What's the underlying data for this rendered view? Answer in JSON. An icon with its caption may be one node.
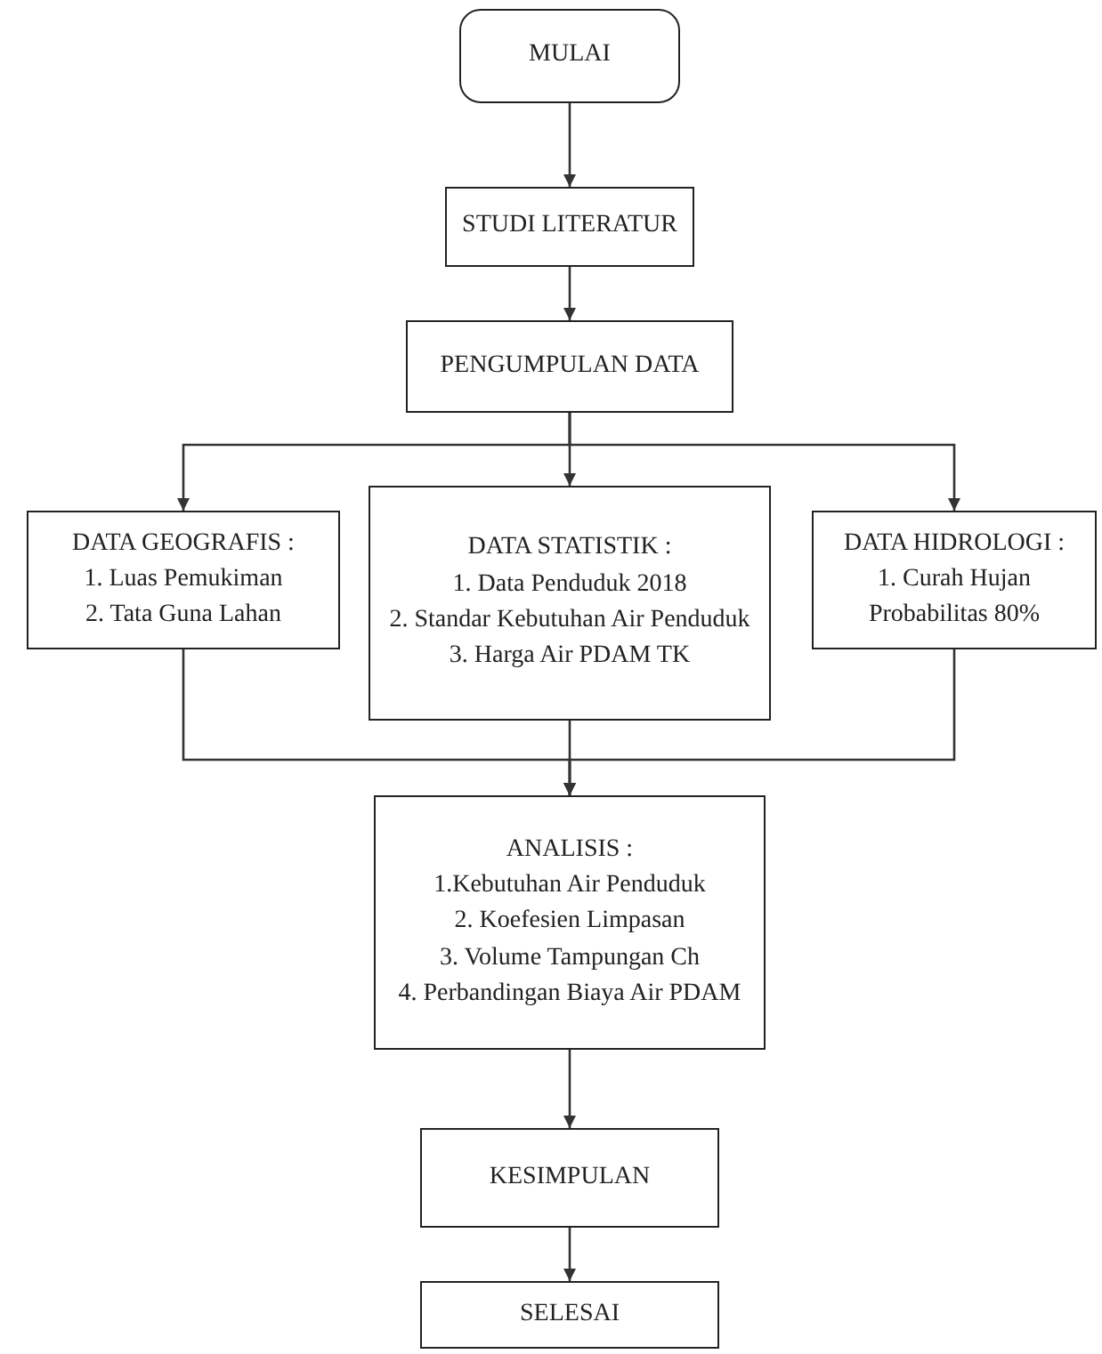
{
  "diagram": {
    "nodes": [
      {
        "text": [
          "MULAI"
        ]
      },
      {
        "text": [
          "STUDI LITERATUR"
        ]
      },
      {
        "text": [
          "PENGUMPULAN DATA"
        ]
      },
      {
        "text": [
          "DATA GEOGRAFIS :",
          "1. Luas Pemukiman",
          "2. Tata Guna Lahan"
        ]
      },
      {
        "text": [
          "DATA STATISTIK :",
          "1. Data Penduduk 2018",
          "2. Standar Kebutuhan Air Penduduk",
          "3. Harga Air PDAM TK"
        ]
      },
      {
        "text": [
          "DATA HIDROLOGI :",
          "1. Curah Hujan Probabilitas 80%"
        ]
      },
      {
        "text": [
          "ANALISIS :",
          "1.Kebutuhan Air Penduduk",
          "2. Koefesien Limpasan",
          "3. Volume Tampungan Ch",
          "4. Perbandingan Biaya Air PDAM"
        ]
      },
      {
        "text": [
          "KESIMPULAN"
        ]
      },
      {
        "text": [
          "SELESAI"
        ]
      }
    ],
    "edges": [
      {
        "from": 0,
        "to": 1,
        "arrow": "to"
      },
      {
        "from": 1,
        "to": 2,
        "arrow": "to"
      },
      {
        "from": 2,
        "to": 3,
        "arrow": "to"
      },
      {
        "from": 2,
        "to": 4,
        "arrow": "to"
      },
      {
        "from": 2,
        "to": 5,
        "arrow": "to"
      },
      {
        "from": 3,
        "to": 6,
        "arrow": "to"
      },
      {
        "from": 4,
        "to": 6,
        "arrow": "to"
      },
      {
        "from": 5,
        "to": 6,
        "arrow": "to"
      },
      {
        "from": 6,
        "to": 7,
        "arrow": "to"
      },
      {
        "from": 7,
        "to": 8,
        "arrow": "to"
      }
    ]
  }
}
